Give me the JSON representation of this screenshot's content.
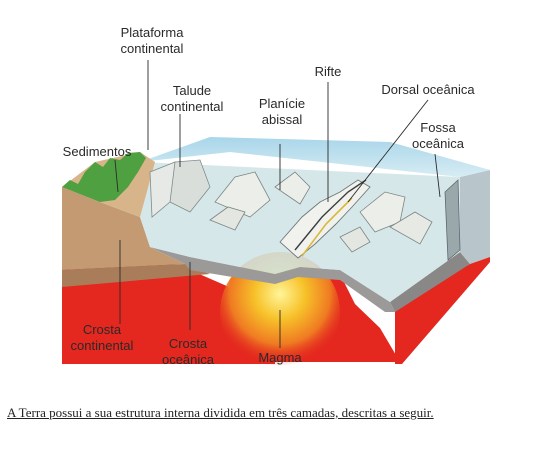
{
  "diagram": {
    "labels": {
      "plataforma_1": "Plataforma",
      "plataforma_2": "continental",
      "talude_1": "Talude",
      "talude_2": "continental",
      "planicie_1": "Planície",
      "planicie_2": "abissal",
      "rifte": "Rifte",
      "dorsal": "Dorsal oceânica",
      "fossa_1": "Fossa",
      "fossa_2": "oceânica",
      "sedimentos": "Sedimentos",
      "crosta_cont_1": "Crosta",
      "crosta_cont_2": "continental",
      "crosta_oce_1": "Crosta",
      "crosta_oce_2": "oceânica",
      "magma": "Magma"
    },
    "colors": {
      "water": "#bfe0ee",
      "continent": "#c49a73",
      "vegetation": "#4fa040",
      "oceanic_crust": "#9c9a98",
      "mantle": "#e4271f",
      "magma_core": "#fff38a"
    }
  },
  "caption": "A Terra possui a sua estrutura interna dividida em três camadas, descritas a seguir."
}
